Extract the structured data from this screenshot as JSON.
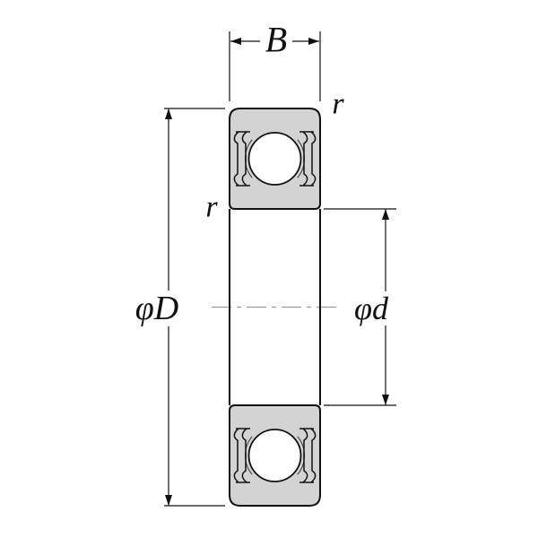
{
  "title": "sealed-ball-bearing-cross-section",
  "labels": {
    "width_dim": "B",
    "outer_diameter_dim": "φD",
    "bore_diameter_dim": "φd",
    "corner_radius_outer": "r",
    "corner_radius_inner": "r"
  },
  "colors": {
    "ring_fill": "#d3d3d3",
    "outline": "#111111",
    "centerline": "#9a9a9a",
    "background": "#ffffff"
  }
}
